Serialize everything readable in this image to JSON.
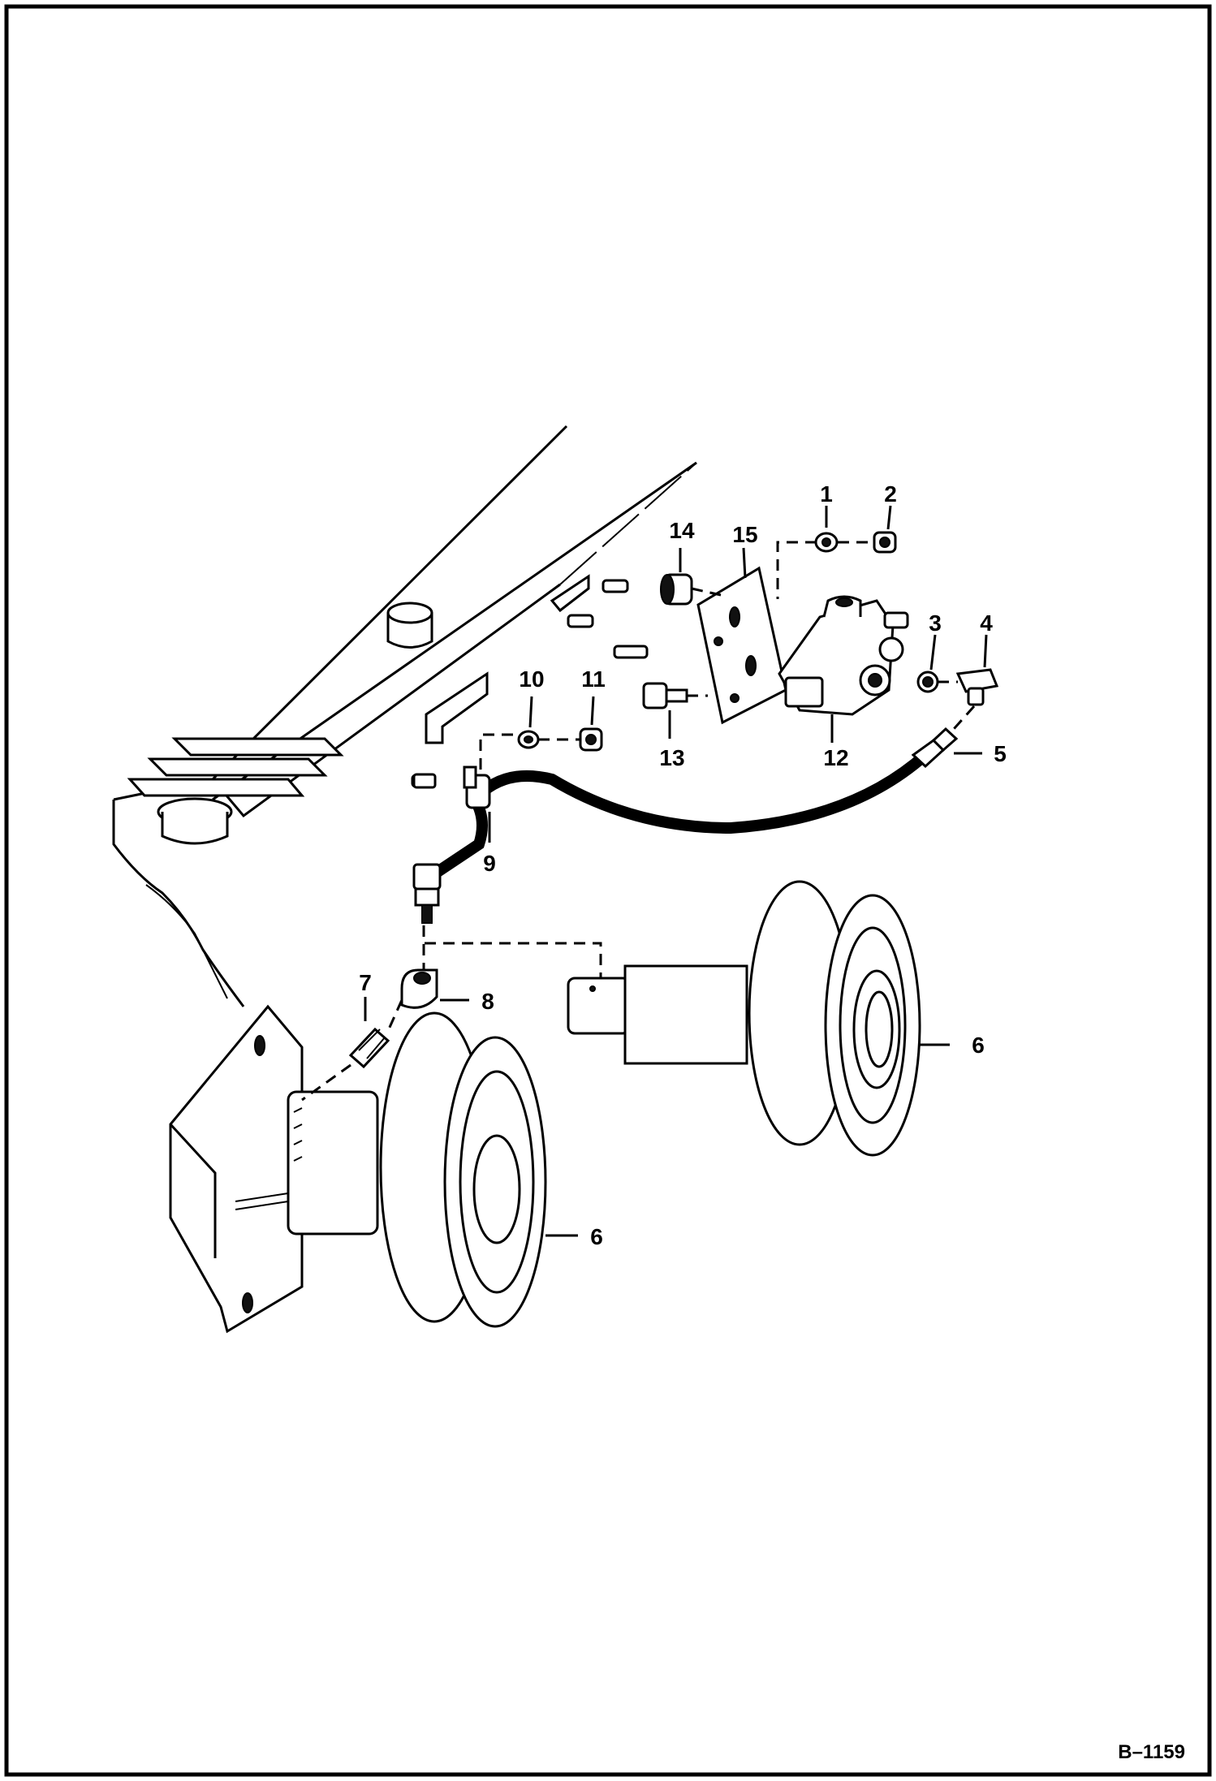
{
  "figure_id": "B–1159",
  "callouts": {
    "c1": "1",
    "c2": "2",
    "c3": "3",
    "c4": "4",
    "c5": "5",
    "c6a": "6",
    "c6b": "6",
    "c7": "7",
    "c8": "8",
    "c9": "9",
    "c10": "10",
    "c11": "11",
    "c12": "12",
    "c13": "13",
    "c14": "14",
    "c15": "15"
  }
}
